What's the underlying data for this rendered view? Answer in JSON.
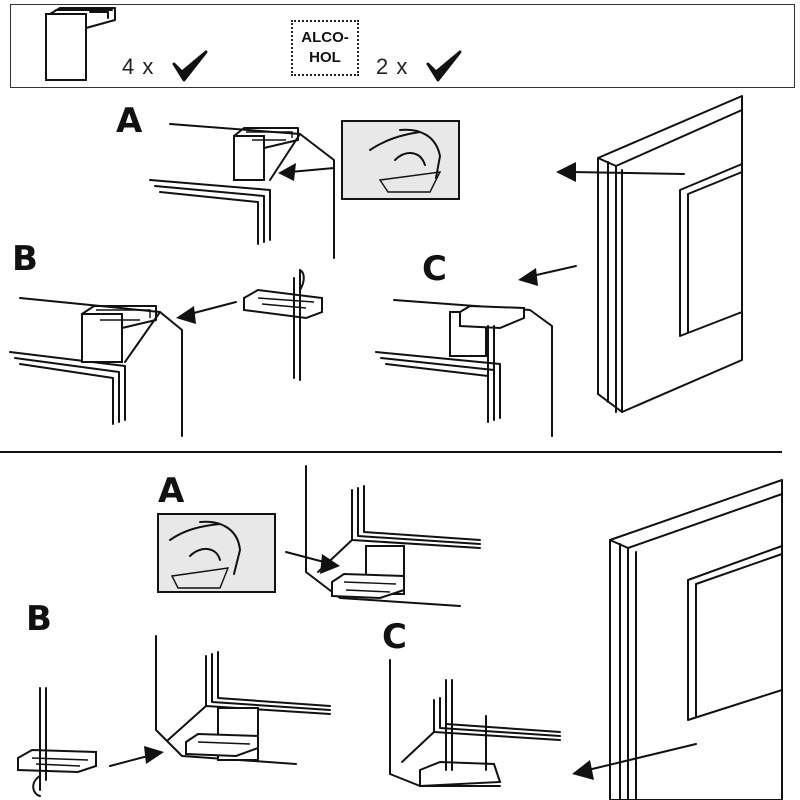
{
  "parts": {
    "clip_qty": "4 x",
    "alcohol_qty": "2 x",
    "alcohol_line1": "ALCO-",
    "alcohol_line2": "HOL",
    "check_icon": "checkmark-icon"
  },
  "top_section": {
    "step_a": "A",
    "step_b": "B",
    "step_c": "C"
  },
  "bottom_section": {
    "step_a": "A",
    "step_b": "B",
    "step_c": "C"
  }
}
